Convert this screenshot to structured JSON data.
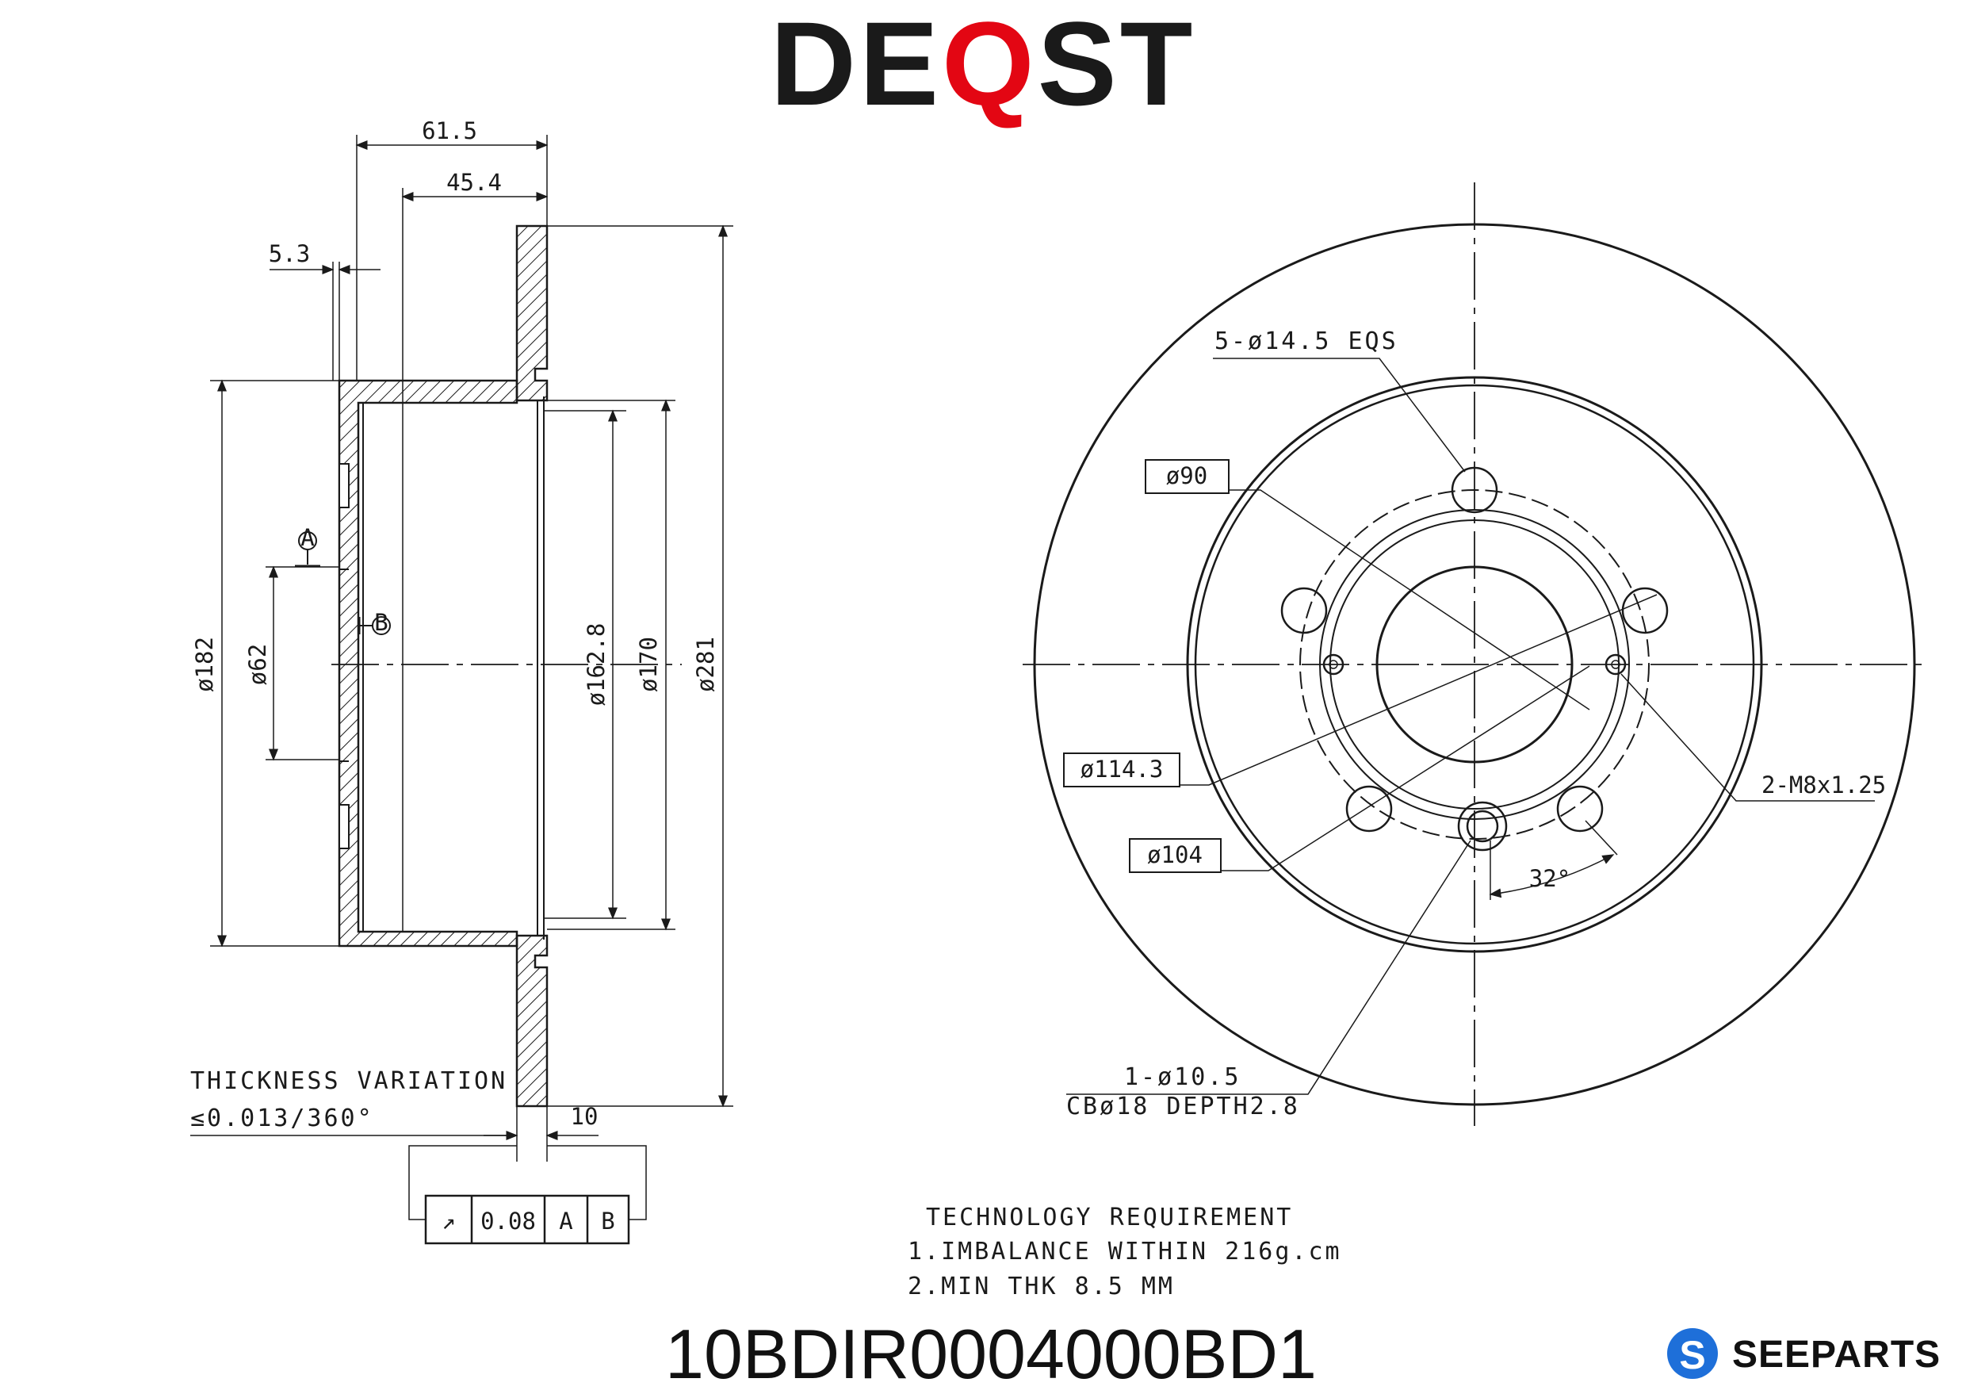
{
  "brand": {
    "prefix": "DE",
    "accent": "Q",
    "suffix": "ST",
    "accent_color": "#e30613",
    "text_color": "#1a1a1a"
  },
  "side_view": {
    "dims": {
      "overall_height": "61.5",
      "hat_depth": "45.4",
      "hat_wall": "5.3",
      "disc_thickness": "10",
      "diameter_182": "ø182",
      "diameter_62": "ø62",
      "diameter_162_8": "ø162.8",
      "diameter_170": "ø170",
      "diameter_281": "ø281"
    },
    "datum_a": "A",
    "datum_b": "B",
    "thickness_variation_title": "THICKNESS VARIATION",
    "thickness_variation_value": "≤0.013/360°",
    "tolerance_frame": {
      "symbol": "↗",
      "value": "0.08",
      "ref1": "A",
      "ref2": "B"
    }
  },
  "front_view": {
    "callouts": {
      "bolt_holes": "5-ø14.5 EQS",
      "d90": "ø90",
      "d114_3": "ø114.3",
      "d104": "ø104",
      "threads": "2-M8x1.25",
      "angle": "32°",
      "locator_line1": "1-ø10.5",
      "locator_line2": "CBø18 DEPTH2.8"
    }
  },
  "technology": {
    "title": "TECHNOLOGY REQUIREMENT",
    "line1": "1.IMBALANCE WITHIN 216g.cm",
    "line2": "2.MIN THK 8.5 MM"
  },
  "part_number": "10BDIR0004000BD1",
  "seeparts": {
    "label": "SEEPARTS",
    "logo_letter": "S",
    "logo_color": "#1e6fd9"
  }
}
